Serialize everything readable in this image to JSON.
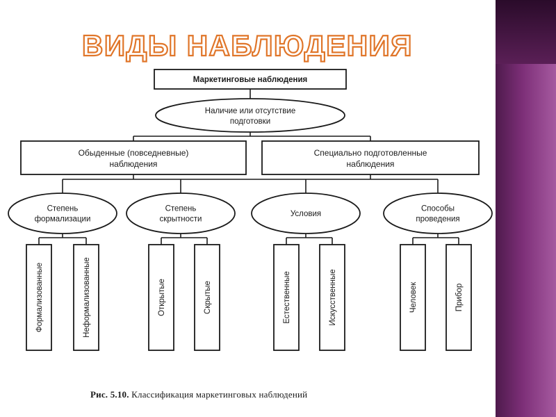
{
  "slide": {
    "title": "ВИДЫ НАБЛЮДЕНИЯ",
    "colors": {
      "title_fill": "#ffffff",
      "title_stroke": "#e0762a",
      "band": "#7d2f78"
    }
  },
  "diagram": {
    "root": "Маркетинговые наблюдения",
    "criterion_main": [
      "Наличие или отсутствие",
      "подготовки"
    ],
    "branch_left": [
      "Обыденные (повседневные)",
      "наблюдения"
    ],
    "branch_right": [
      "Специально подготовленные",
      "наблюдения"
    ],
    "criteria": [
      {
        "lines": [
          "Степень",
          "формализации"
        ],
        "leaves": [
          "Формализованные",
          "Неформализованные"
        ]
      },
      {
        "lines": [
          "Степень",
          "скрытности"
        ],
        "leaves": [
          "Открытые",
          "Скрытые"
        ]
      },
      {
        "lines": [
          "Условия"
        ],
        "leaves": [
          "Естественные",
          "Искусственные"
        ]
      },
      {
        "lines": [
          "Способы",
          "проведения"
        ],
        "leaves": [
          "Человек",
          "Прибор"
        ]
      }
    ]
  },
  "caption": {
    "prefix": "Рис. 5.10.",
    "text": "Классификация маркетинговых наблюдений"
  }
}
